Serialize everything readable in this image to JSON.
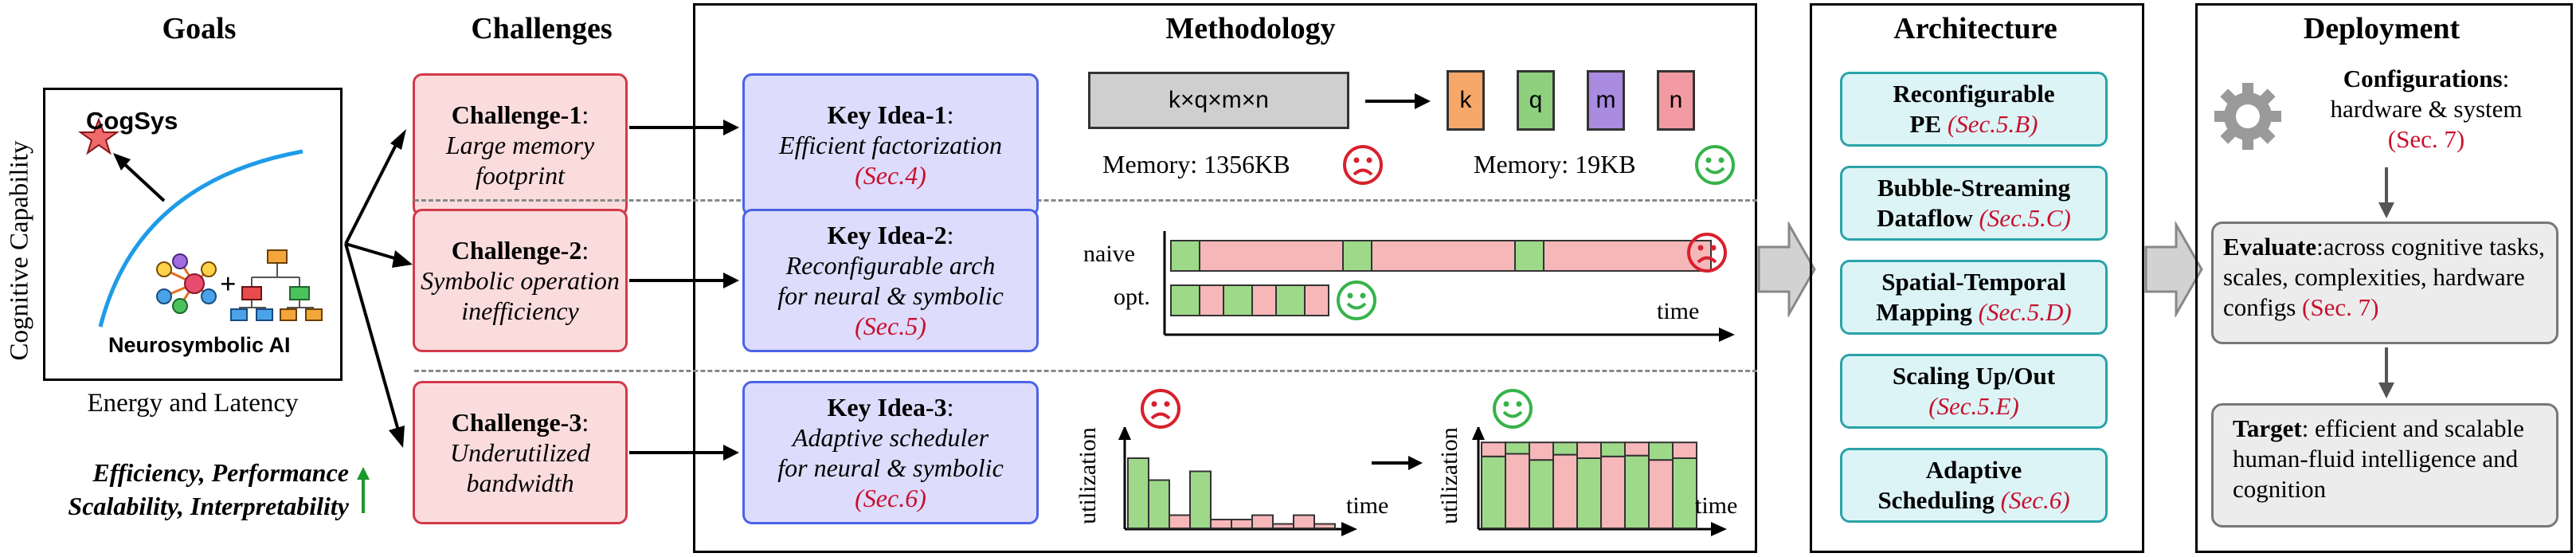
{
  "columns": {
    "goals": "Goals",
    "challenges": "Challenges",
    "methodology": "Methodology",
    "architecture": "Architecture",
    "deployment": "Deployment"
  },
  "goals": {
    "y_axis": "Cognitive Capability",
    "x_axis": "Energy and Latency",
    "cogsys": "CogSys",
    "neuro_label": "Neurosymbolic AI",
    "benefits_line1": "Efficiency, Performance",
    "benefits_line2": "Scalability, Interpretability"
  },
  "challenges": [
    {
      "title": "Challenge-1",
      "colon": ":",
      "line1": "Large memory",
      "line2": "footprint"
    },
    {
      "title": "Challenge-2",
      "colon": ":",
      "line1": "Symbolic operation",
      "line2": "inefficiency"
    },
    {
      "title": "Challenge-3",
      "colon": ":",
      "line1": "Underutilized",
      "line2": "bandwidth"
    }
  ],
  "ideas": [
    {
      "title": "Key Idea-1",
      "colon": ":",
      "line1": "Efficient factorization",
      "line2": "",
      "ref": "(Sec.4)"
    },
    {
      "title": "Key Idea-2",
      "colon": ":",
      "line1": "Reconfigurable arch",
      "line2": "for neural & symbolic",
      "ref": "(Sec.5)"
    },
    {
      "title": "Key Idea-3",
      "colon": ":",
      "line1": "Adaptive scheduler",
      "line2": "for neural & symbolic",
      "ref": "(Sec.6)"
    }
  ],
  "method": {
    "tensor_label": "k×q×m×n",
    "factors": [
      "k",
      "q",
      "m",
      "n"
    ],
    "factor_colors": [
      "#f6a86a",
      "#8fd07e",
      "#a98be0",
      "#f29aa2"
    ],
    "mem_before": "Memory: 1356KB",
    "mem_after": "Memory: 19KB",
    "naive": "naive",
    "opt": "opt.",
    "time": "time",
    "utilization": "utilization",
    "util_before": [
      0.8,
      0.55,
      0.15,
      0.65,
      0.1,
      0.1,
      0.15,
      0.05,
      0.15,
      0.05
    ],
    "util_after": [
      0.82,
      0.85,
      0.78,
      0.84,
      0.8,
      0.82,
      0.83,
      0.78,
      0.8
    ],
    "colors": {
      "green": "#9ed98a",
      "pink": "#f6b7b9",
      "sad": "#d8202d",
      "happy": "#36b34a"
    }
  },
  "architecture": [
    {
      "line1": "Reconfigurable",
      "line2": "PE",
      "ref": "(Sec.5.B)"
    },
    {
      "line1": "Bubble-Streaming",
      "line2": "Dataflow",
      "ref": "(Sec.5.C)"
    },
    {
      "line1": "Spatial-Temporal",
      "line2": "Mapping",
      "ref": "(Sec.5.D)"
    },
    {
      "line1": "Scaling Up/Out",
      "line2": "",
      "ref": "(Sec.5.E)"
    },
    {
      "line1": "Adaptive",
      "line2": "Scheduling",
      "ref": "(Sec.6)"
    }
  ],
  "deployment": {
    "config_title": "Configurations",
    "config_rest": "hardware & system",
    "config_ref": "(Sec. 7)",
    "eval_title": "Evaluate",
    "eval_rest": ":across cognitive tasks, scales, complexities, hardware configs",
    "eval_ref": "(Sec. 7)",
    "target_title": "Target",
    "target_rest": ": efficient and scalable human-fluid intelligence and cognition"
  }
}
